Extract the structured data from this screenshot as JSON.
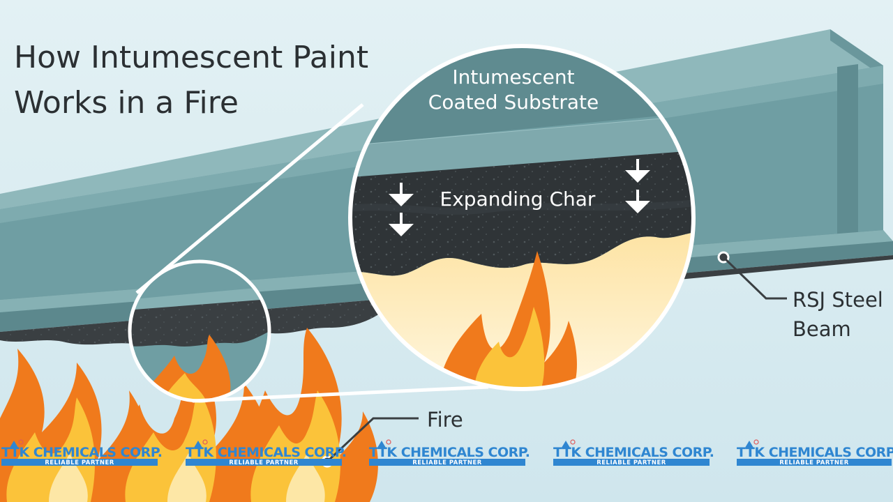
{
  "title": [
    "How Intumescent Paint",
    "Works in a Fire"
  ],
  "zoom_labels": {
    "substrate": [
      "Intumescent",
      "Coated Substrate"
    ],
    "char": "Expanding Char"
  },
  "callouts": {
    "beam": [
      "RSJ Steel",
      "Beam"
    ],
    "fire": "Fire"
  },
  "watermark": {
    "brand": "TTK CHEMICALS CORP.",
    "tagline": "RELIABLE PARTNER",
    "count": 5
  },
  "colors": {
    "background": "#d7ebf0",
    "steel": "#6f9ea3",
    "steel_dark": "#4f7c82",
    "char": "#2f3437",
    "flame_orange": "#f07a1c",
    "flame_yellow": "#fbc33a",
    "text": "#2b3033",
    "watermark_blue": "#2f86d1"
  }
}
